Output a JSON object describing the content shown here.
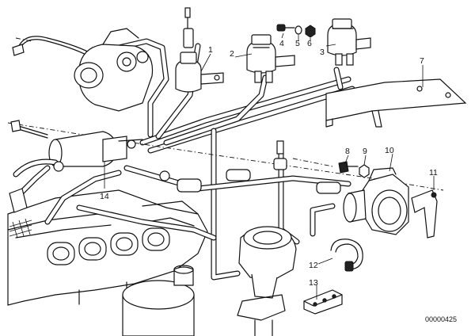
{
  "callouts": [
    {
      "id": "1",
      "text": "1"
    },
    {
      "id": "2",
      "text": "2"
    },
    {
      "id": "3",
      "text": "3"
    },
    {
      "id": "4",
      "text": "4"
    },
    {
      "id": "5",
      "text": "5"
    },
    {
      "id": "6",
      "text": "6"
    },
    {
      "id": "7",
      "text": "7"
    },
    {
      "id": "8",
      "text": "8"
    },
    {
      "id": "9",
      "text": "9"
    },
    {
      "id": "10",
      "text": "10"
    },
    {
      "id": "11",
      "text": "11"
    },
    {
      "id": "12",
      "text": "12"
    },
    {
      "id": "13",
      "text": "13"
    },
    {
      "id": "14",
      "text": "14"
    }
  ],
  "diagram_code": "00000425"
}
